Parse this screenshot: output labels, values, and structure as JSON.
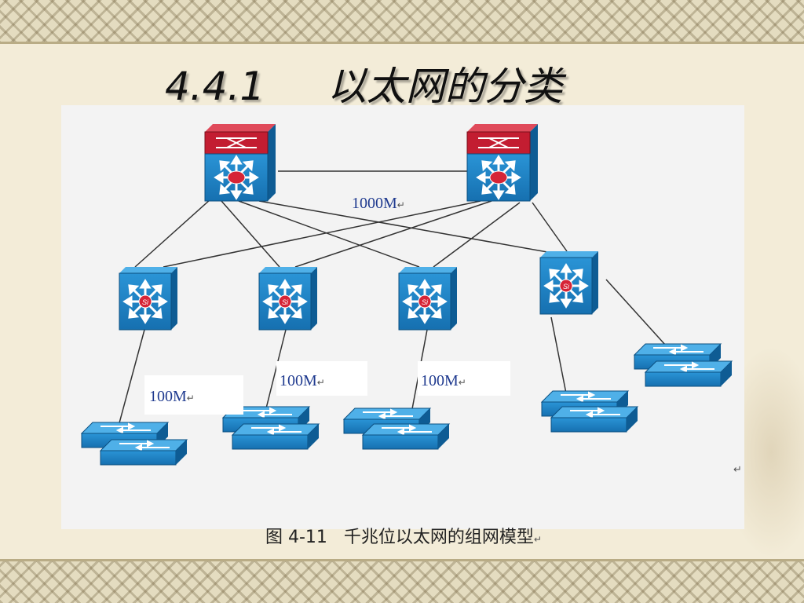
{
  "slide": {
    "title": "4.4.1     以太网的分类"
  },
  "figure": {
    "uplink_label": "1000M",
    "downlink_labels": [
      "100M",
      "100M",
      "100M"
    ],
    "caption": "图 4-11   千兆位以太网的组网模型",
    "return_mark": "↵"
  },
  "colors": {
    "device_blue": "#1c7fc0",
    "device_top_red": "#c31d31",
    "label_blue": "#1f3a8f"
  },
  "icons": {
    "core_switch": "layer3-core-switch-icon",
    "distribution_switch": "layer3-distribution-switch-icon",
    "access_switch": "workgroup-switch-icon"
  }
}
